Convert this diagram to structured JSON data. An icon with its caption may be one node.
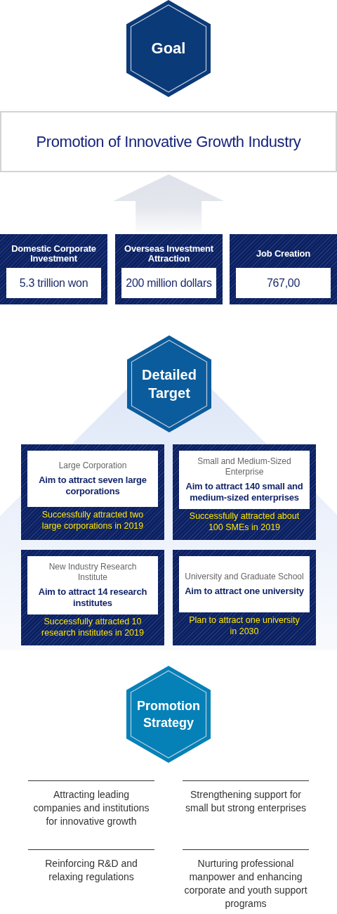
{
  "diagram": {
    "nodes": [
      {
        "text": [
          "Goal"
        ]
      },
      {
        "text": [
          "Promotion of Innovative Growth Industry"
        ]
      },
      {
        "text": [
          "Domestic Corporate Investment"
        ]
      },
      {
        "text": [
          "5.3 trillion won"
        ],
        "in": 2
      },
      {
        "text": [
          "Overseas Investment Attraction"
        ]
      },
      {
        "text": [
          "200 million dollars"
        ],
        "in": 4
      },
      {
        "text": [
          "Job Creation"
        ]
      },
      {
        "text": [
          "767,00"
        ],
        "in": 6
      },
      {
        "text": [
          "Detailed Target"
        ]
      },
      {
        "text": [
          "Successfully attracted two large corporations in 2019"
        ]
      },
      {
        "text": [
          "Large Corporation",
          "Aim to attract seven large corporations"
        ],
        "in": 9
      },
      {
        "text": [
          "Successfully attracted about 100 SMEs in 2019"
        ]
      },
      {
        "text": [
          "Small and Medium-Sized Enterprise",
          "Aim to attract 140 small and medium-sized enterprises"
        ],
        "in": 11
      },
      {
        "text": [
          "Successfully attracted 10 research institutes in 2019"
        ]
      },
      {
        "text": [
          "New Industry Research Institute",
          "Aim to attract 14 research institutes"
        ],
        "in": 13
      },
      {
        "text": [
          "Plan to attract one university in 2030"
        ]
      },
      {
        "text": [
          "University and Graduate School",
          "Aim to attract one university"
        ],
        "in": 15
      },
      {
        "text": [
          "Promotion Strategy"
        ]
      }
    ],
    "edges": [
      {
        "from": 2,
        "to": 1,
        "arrow": "to",
        "style": "thick"
      },
      {
        "from": 4,
        "to": 1,
        "arrow": "to",
        "style": "thick"
      },
      {
        "from": 6,
        "to": 1,
        "arrow": "to",
        "style": "thick"
      }
    ],
    "labels": [
      "Attracting leading companies and institutions for innovative growth",
      "Strengthening support for small but strong enterprises",
      "Reinforcing R&D and relaxing regulations",
      "Nurturing professional manpower and enhancing corporate and youth support programs"
    ]
  }
}
